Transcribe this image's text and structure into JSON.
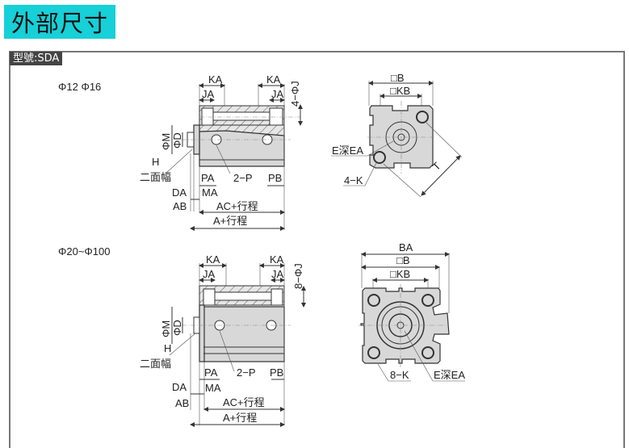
{
  "header": {
    "title": "外部尺寸"
  },
  "section": {
    "model_label": "型號:SDA"
  },
  "top": {
    "size_label": "Φ12 Φ16",
    "side": {
      "ka_left": "KA",
      "ka_right": "KA",
      "ja_left": "JA",
      "ja_right": "JA",
      "j": "4−ΦJ",
      "m": "ΦM",
      "d": "ΦD",
      "h": "H",
      "flats": "二面幅",
      "pa": "PA",
      "p": "2−P",
      "pb": "PB",
      "da": "DA",
      "ma": "MA",
      "ab": "AB",
      "ac": "AC+行程",
      "a": "A+行程"
    },
    "front": {
      "b": "□B",
      "kb": "□KB",
      "e": "E深EA",
      "k": "4−K",
      "t": "T"
    }
  },
  "bottom": {
    "size_label": "Φ20~Φ100",
    "side": {
      "ka_left": "KA",
      "ka_right": "KA",
      "ja_left": "JA",
      "ja_right": "JA",
      "j": "8−ΦJ",
      "m": "ΦM",
      "d": "ΦD",
      "h": "H",
      "flats": "二面幅",
      "pa": "PA",
      "p": "2−P",
      "pb": "PB",
      "da": "DA",
      "ma": "MA",
      "ab": "AB",
      "ac": "AC+行程",
      "a": "A+行程"
    },
    "front": {
      "ba": "BA",
      "b": "□B",
      "kb": "□KB",
      "k": "8−K",
      "e": "E深EA"
    }
  },
  "colors": {
    "title_bg": "#17d0d8",
    "tag_bg": "#444444",
    "body_fill": "#d8d8d8"
  }
}
